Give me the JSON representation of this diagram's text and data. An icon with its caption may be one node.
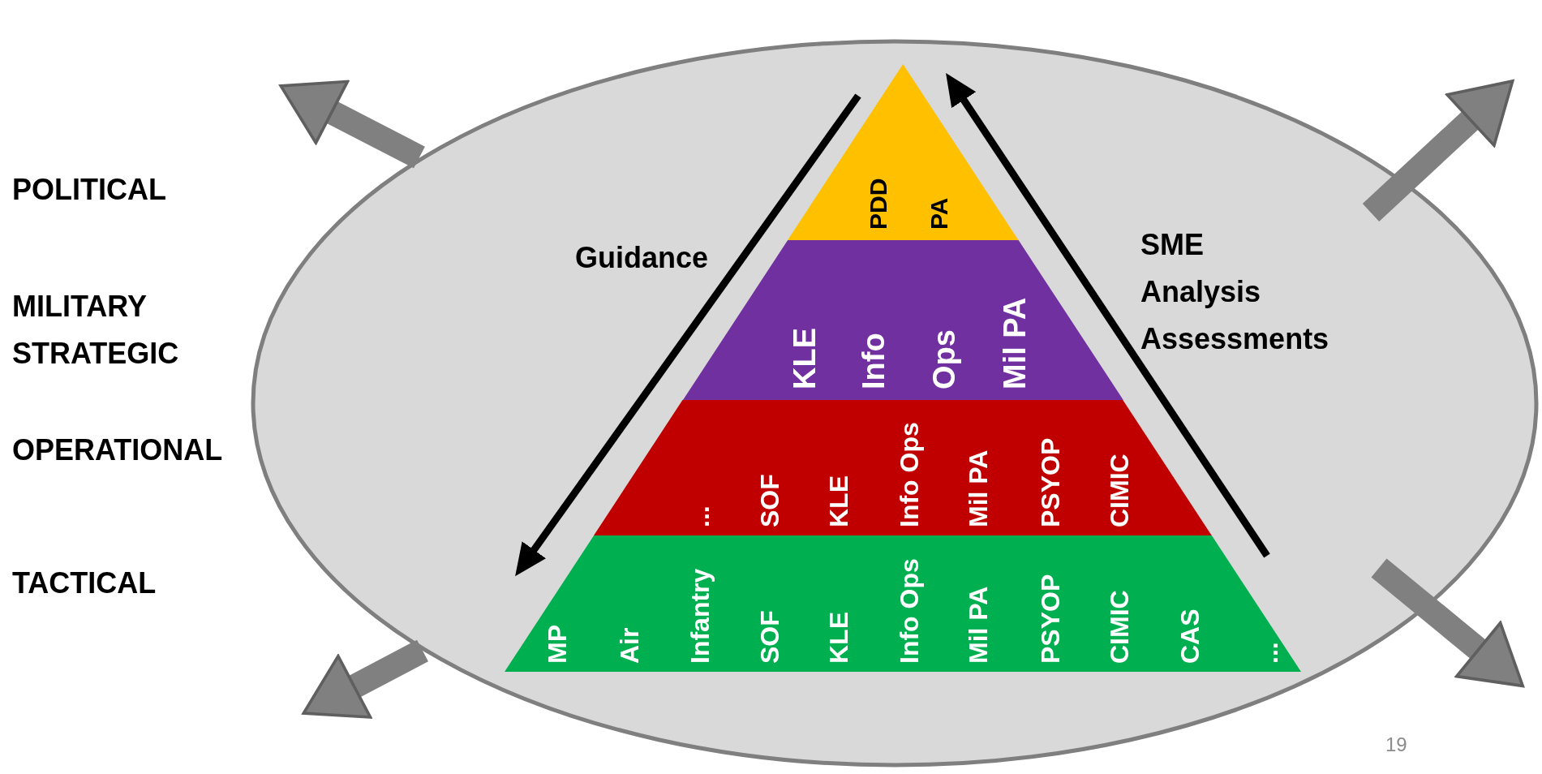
{
  "diagram": {
    "nodes": [
      {
        "text": [],
        "shape": "ellipse"
      },
      {
        "text": [
          "PDD",
          "PA"
        ],
        "in": 0
      },
      {
        "text": [
          "KLE",
          "Info",
          "Ops",
          "Mil PA"
        ],
        "in": 0
      },
      {
        "text": [
          "...",
          "SOF",
          "KLE",
          "Info Ops",
          "Mil PA",
          "PSYOP",
          "CIMIC"
        ],
        "in": 0
      },
      {
        "text": [
          "MP",
          "Air",
          "Infantry",
          "SOF",
          "KLE",
          "Info Ops",
          "Mil PA",
          "PSYOP",
          "CIMIC",
          "CAS",
          "..."
        ],
        "in": 0
      }
    ],
    "labels": [
      "POLITICAL",
      "MILITARY STRATEGIC",
      "OPERATIONAL",
      "TACTICAL",
      "Guidance",
      "SME Analysis Assessments",
      "19"
    ]
  }
}
